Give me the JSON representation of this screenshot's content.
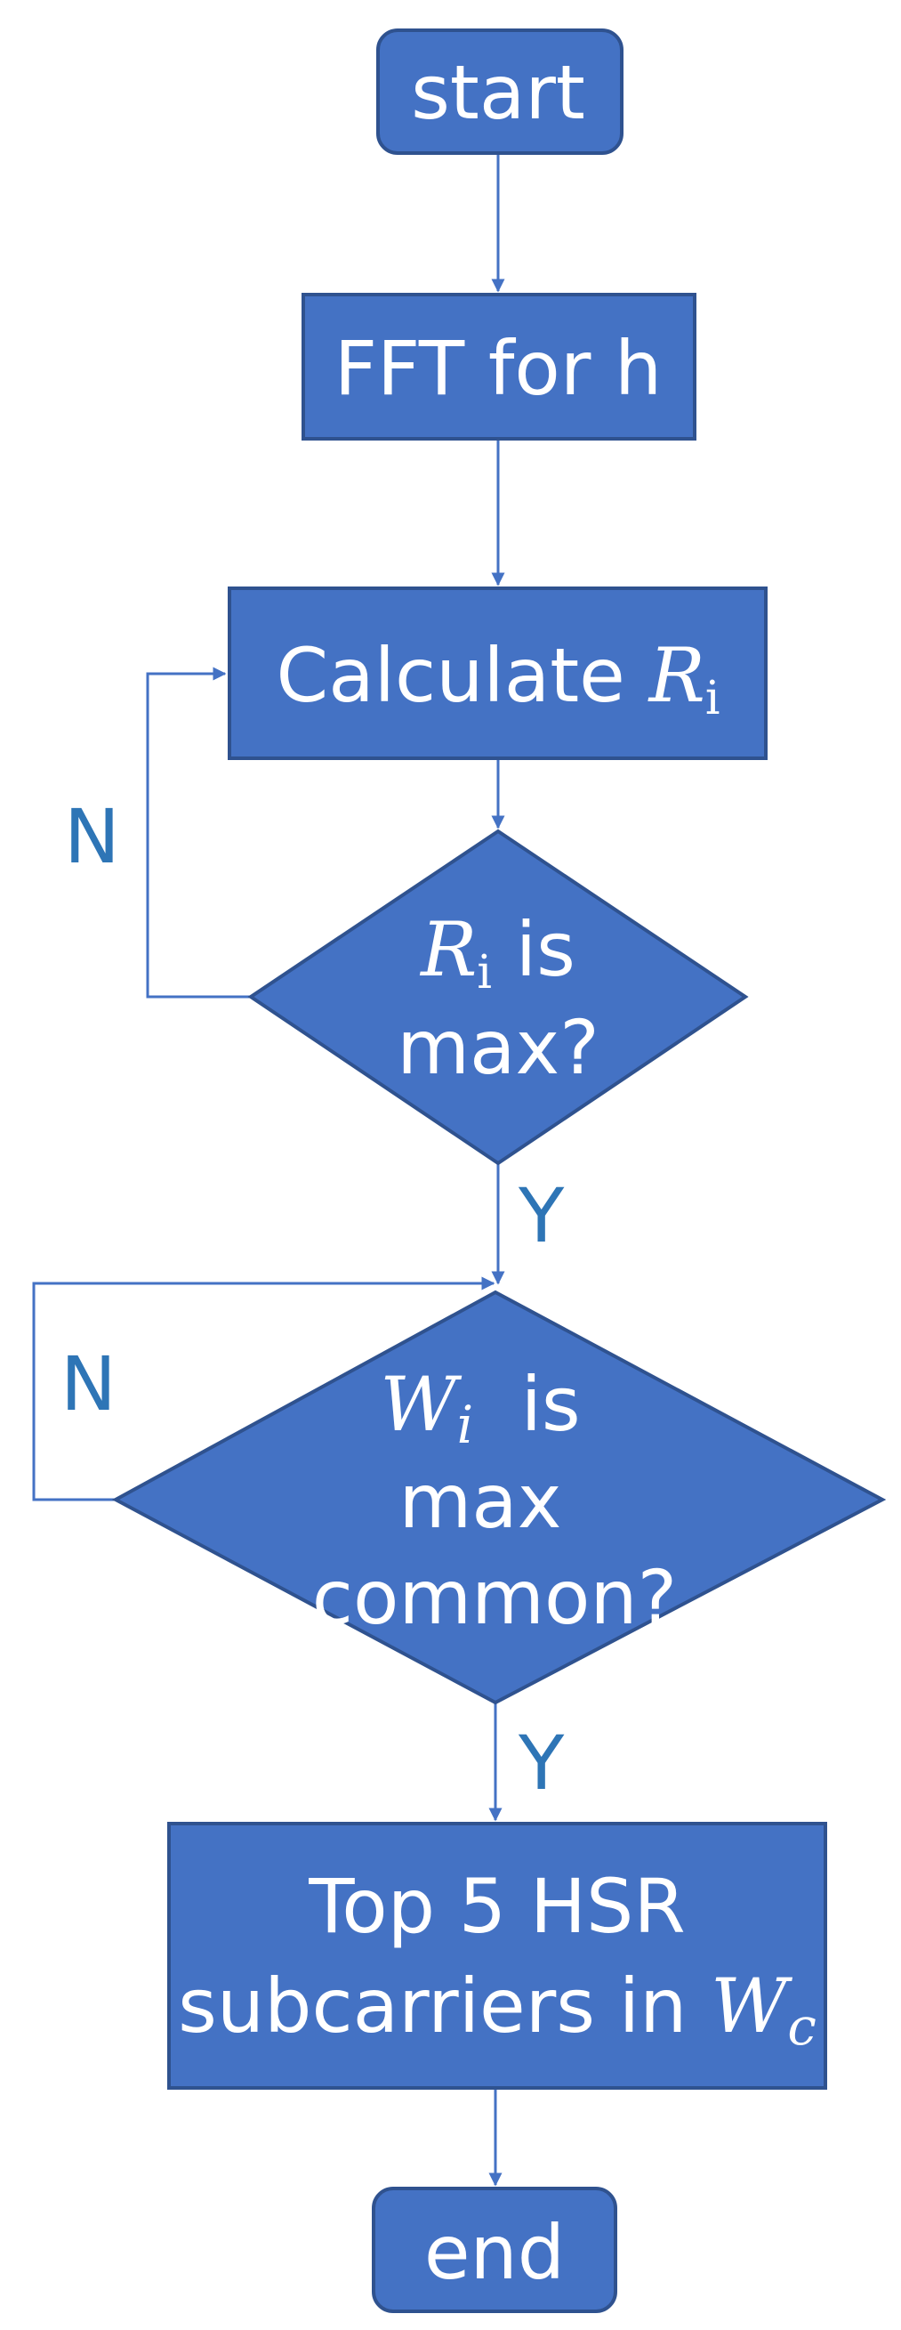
{
  "colors": {
    "node_fill": "#4472C4",
    "node_stroke": "#2F528F",
    "edge_color": "#4472C4",
    "label_color": "#2E75B6",
    "text_color": "#FFFFFF"
  },
  "nodes": {
    "start": {
      "label": "start"
    },
    "fft": {
      "label": "FFT for h"
    },
    "calculate": {
      "prefix": "Calculate ",
      "var": "R",
      "sub": "i"
    },
    "decision_r": {
      "var": "R",
      "sub": "i",
      "suffix": " is",
      "line2": "max?"
    },
    "decision_w": {
      "var": "W",
      "sub": "i",
      "suffix": "  is",
      "line2": "max",
      "line3": "common?"
    },
    "top5": {
      "line1": "Top 5 HSR",
      "line2_prefix": "subcarriers in ",
      "var": "W",
      "sub": "c"
    },
    "end": {
      "label": "end"
    }
  },
  "edge_labels": {
    "decision_r_no": "N",
    "decision_r_yes": "Y",
    "decision_w_no": "N",
    "decision_w_yes": "Y"
  }
}
